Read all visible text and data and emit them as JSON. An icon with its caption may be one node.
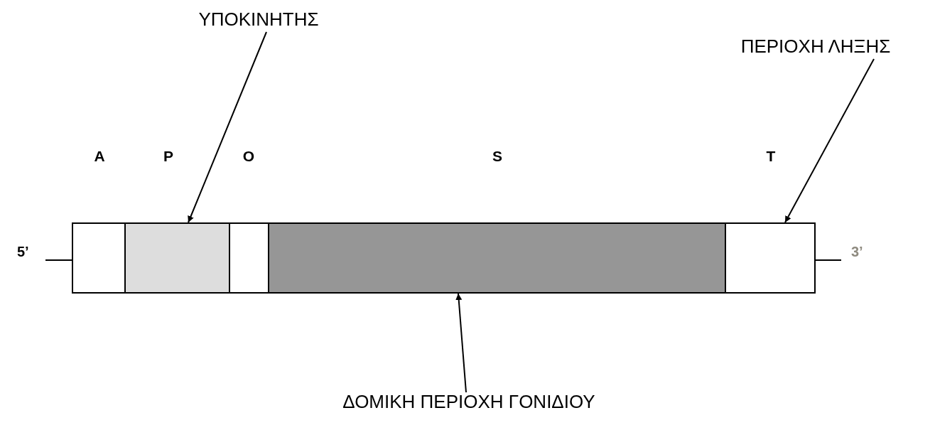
{
  "diagram": {
    "nodes": [
      {
        "text": [
          "ΥΠΟΚΙΝΗΤΗΣ"
        ]
      },
      {
        "text": [
          "ΠΕΡΙΟΧΗ ΛΗΞΗΣ"
        ]
      },
      {
        "text": [
          "A"
        ]
      },
      {
        "text": [
          "P"
        ]
      },
      {
        "text": [
          "O"
        ]
      },
      {
        "text": [
          "S"
        ]
      },
      {
        "text": [
          "T"
        ]
      },
      {
        "text": [
          "ΔΟΜΙΚΗ ΠΕΡΙΟΧΗ ΓΟΝΙΔΙΟΥ"
        ]
      }
    ],
    "edges": [
      {
        "from": 0,
        "to": 3,
        "arrow": "to"
      },
      {
        "from": 1,
        "to": 6,
        "arrow": "to"
      },
      {
        "from": 7,
        "to": 5,
        "arrow": "to"
      }
    ],
    "labels": [
      "5’",
      "3’"
    ]
  }
}
